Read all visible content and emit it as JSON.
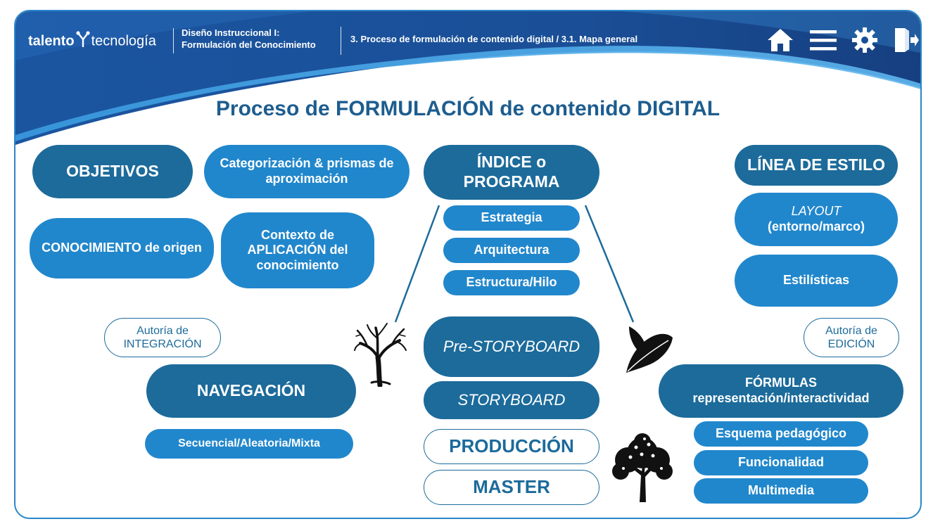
{
  "header": {
    "brand_bold": "talento",
    "brand_light": "tecnología",
    "course_line1": "Diseño Instruccional I:",
    "course_line2": "Formulación del Conocimiento",
    "breadcrumb": "3. Proceso de formulación de contenido digital / 3.1. Mapa general",
    "icons": [
      "home-icon",
      "menu-icon",
      "gear-icon",
      "exit-icon"
    ]
  },
  "title": "Proceso de FORMULACIÓN de contenido DIGITAL",
  "left": {
    "objetivos": "OBJETIVOS",
    "categorizacion": "Categorización & prismas de aproximación",
    "conocimiento": "CONOCIMIENTO de origen",
    "contexto": "Contexto de APLICACIÓN del conocimiento",
    "autoria_integracion": "Autoría de INTEGRACIÓN",
    "navegacion": "NAVEGACIÓN",
    "secuencial": "Secuencial/Aleatoria/Mixta"
  },
  "center": {
    "indice": "ÍNDICE o PROGRAMA",
    "estrategia": "Estrategia",
    "arquitectura": "Arquitectura",
    "estructura": "Estructura/Hilo",
    "prestoryboard": "Pre-STORYBOARD",
    "storyboard": "STORYBOARD",
    "produccion": "PRODUCCIÓN",
    "master": "MASTER"
  },
  "right": {
    "linea_estilo": "LÍNEA DE ESTILO",
    "layout_italic": "LAYOUT",
    "layout_sub": "(entorno/marco)",
    "estilisticas": "Estilísticas",
    "autoria_edicion": "Autoría de EDICIÓN",
    "formulas_line1": "FÓRMULAS",
    "formulas_line2": "representación/interactividad",
    "esquema": "Esquema pedagógico",
    "funcionalidad": "Funcionalidad",
    "multimedia": "Multimedia"
  },
  "colors": {
    "dark_blue": "#1c6b9b",
    "mid_blue": "#2187cc",
    "title_blue": "#1d5d8f",
    "banner_blue": "#1a5aa6"
  }
}
